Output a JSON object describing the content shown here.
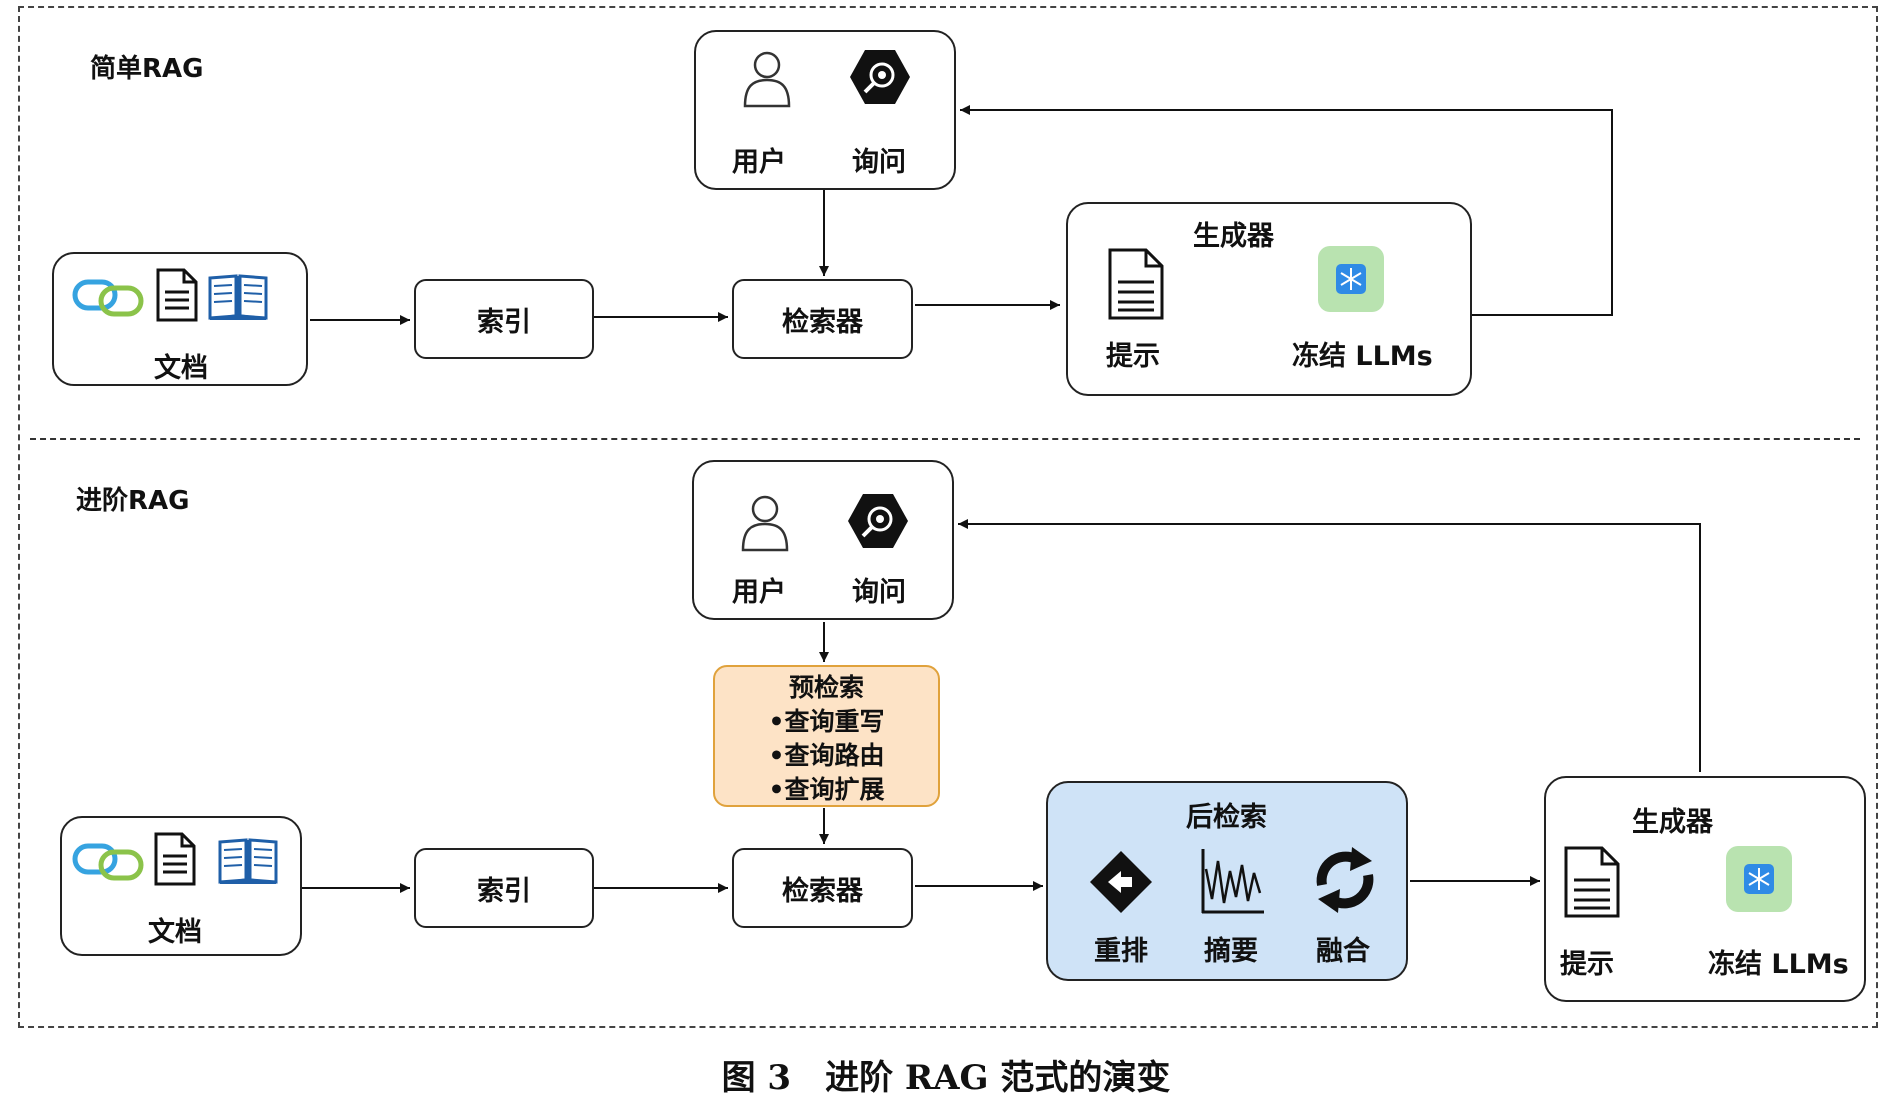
{
  "figure": {
    "caption": "图 3　进阶 RAG 范式的演变",
    "naive": {
      "label": "简单RAG",
      "docs_label": "文档",
      "index_label": "索引",
      "retriever_label": "检索器",
      "user_label": "用户",
      "query_label": "询问",
      "generator": {
        "title": "生成器",
        "prompt_label": "提示",
        "llm_label": "冻结 LLMs"
      }
    },
    "advanced": {
      "label": "进阶RAG",
      "docs_label": "文档",
      "index_label": "索引",
      "retriever_label": "检索器",
      "user_label": "用户",
      "query_label": "询问",
      "pre_retrieval": {
        "title": "预检索",
        "items": [
          "•查询重写",
          "•查询路由",
          "•查询扩展"
        ]
      },
      "post_retrieval": {
        "title": "后检索",
        "rerank_label": "重排",
        "summary_label": "摘要",
        "fusion_label": "融合"
      },
      "generator": {
        "title": "生成器",
        "prompt_label": "提示",
        "llm_label": "冻结 LLMs"
      }
    },
    "colors": {
      "pre_retrieval_fill": "#fde3c6",
      "pre_retrieval_border": "#e0a23c",
      "post_retrieval_fill": "#cfe3f7",
      "llm_icon_bg": "#b9e3b0",
      "llm_icon_fg": "#2f8be6"
    },
    "icons": [
      "link-icon",
      "document-icon",
      "book-icon",
      "user-icon",
      "query-search-icon",
      "prompt-document-icon",
      "snowflake-icon",
      "rerank-icon",
      "summary-chart-icon",
      "fusion-cycle-icon"
    ]
  }
}
